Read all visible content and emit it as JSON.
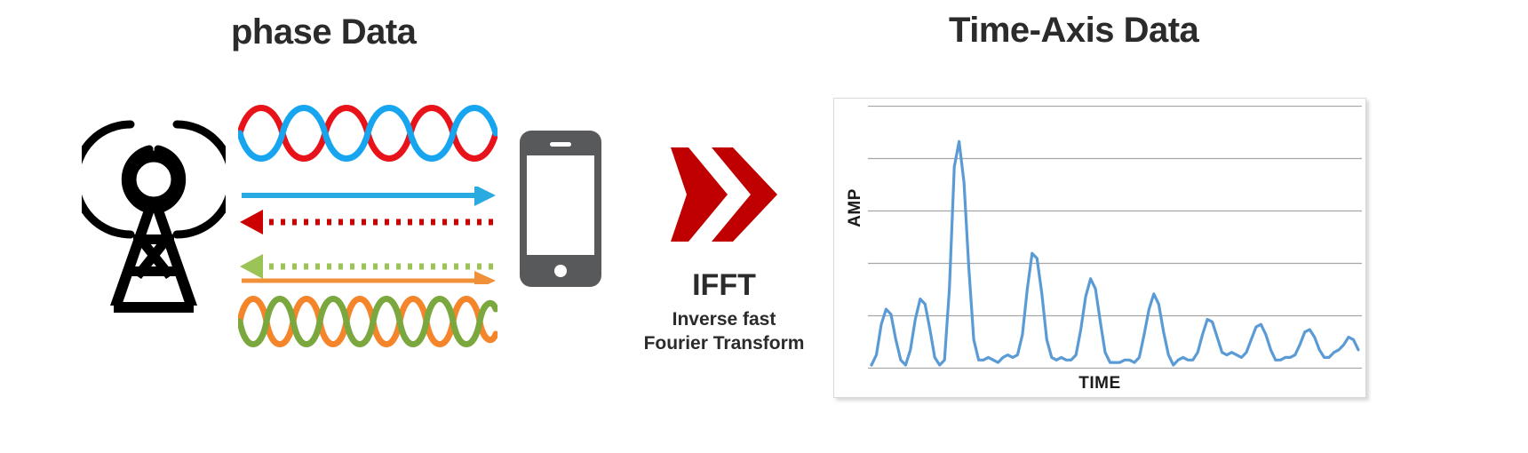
{
  "titles": {
    "left": "phase Data",
    "right": "Time-Axis Data"
  },
  "icons": {
    "tower": "broadcast-tower-icon",
    "phone": "smartphone-icon",
    "chevrons": "double-chevron-right-icon"
  },
  "signals": {
    "top_waves": {
      "wave_a_color": "#e8131a",
      "wave_b_color": "#17a5f0",
      "cycles": 5,
      "phase_offset_deg": 180
    },
    "bottom_waves": {
      "wave_a_color": "#f4852b",
      "wave_b_color": "#7aa83f",
      "cycles": 8,
      "phase_offset_deg": 180
    },
    "arrows": [
      {
        "name": "blue-solid-arrow-right",
        "color": "#29abe2",
        "style": "solid",
        "direction": "right"
      },
      {
        "name": "red-dotted-arrow-left",
        "color": "#cc0000",
        "style": "dotted",
        "direction": "left"
      },
      {
        "name": "green-dotted-arrow-left",
        "color": "#9cc355",
        "style": "dotted",
        "direction": "left"
      },
      {
        "name": "orange-solid-arrow-right",
        "color": "#f0913a",
        "style": "solid",
        "direction": "right"
      }
    ]
  },
  "ifft": {
    "abbrev": "IFFT",
    "caption_line1": "Inverse fast",
    "caption_line2": "Fourier Transform",
    "chevron_color": "#c00000"
  },
  "chart_data": {
    "type": "line",
    "title": "Time-Axis Data",
    "xlabel": "TIME",
    "ylabel": "AMP",
    "series_color": "#5b9bd5",
    "grid": true,
    "gridlines": 6,
    "legend": "none",
    "xlim": [
      0,
      200
    ],
    "ylim": [
      0,
      1
    ],
    "x": [
      0,
      2,
      4,
      6,
      8,
      10,
      12,
      14,
      16,
      18,
      20,
      22,
      24,
      26,
      28,
      30,
      32,
      34,
      36,
      38,
      40,
      42,
      44,
      46,
      48,
      50,
      52,
      54,
      56,
      58,
      60,
      62,
      64,
      66,
      68,
      70,
      72,
      74,
      76,
      78,
      80,
      82,
      84,
      86,
      88,
      90,
      92,
      94,
      96,
      98,
      100,
      102,
      104,
      106,
      108,
      110,
      112,
      114,
      116,
      118,
      120,
      122,
      124,
      126,
      128,
      130,
      132,
      134,
      136,
      138,
      140,
      142,
      144,
      146,
      148,
      150,
      152,
      154,
      156,
      158,
      160,
      162,
      164,
      166,
      168,
      170,
      172,
      174,
      176,
      178,
      180,
      182,
      184,
      186,
      188,
      190,
      192,
      194,
      196,
      198,
      200
    ],
    "values": [
      0.0,
      0.04,
      0.16,
      0.22,
      0.2,
      0.1,
      0.02,
      0.0,
      0.06,
      0.18,
      0.26,
      0.24,
      0.14,
      0.03,
      0.0,
      0.02,
      0.3,
      0.78,
      0.88,
      0.72,
      0.38,
      0.1,
      0.02,
      0.02,
      0.03,
      0.02,
      0.01,
      0.03,
      0.04,
      0.03,
      0.04,
      0.12,
      0.3,
      0.44,
      0.42,
      0.28,
      0.1,
      0.03,
      0.02,
      0.03,
      0.02,
      0.02,
      0.04,
      0.14,
      0.27,
      0.34,
      0.3,
      0.17,
      0.05,
      0.01,
      0.01,
      0.01,
      0.02,
      0.02,
      0.01,
      0.03,
      0.12,
      0.22,
      0.28,
      0.24,
      0.13,
      0.04,
      0.0,
      0.02,
      0.03,
      0.02,
      0.02,
      0.05,
      0.12,
      0.18,
      0.17,
      0.11,
      0.05,
      0.04,
      0.05,
      0.04,
      0.03,
      0.05,
      0.1,
      0.15,
      0.16,
      0.12,
      0.06,
      0.02,
      0.02,
      0.03,
      0.03,
      0.04,
      0.08,
      0.13,
      0.14,
      0.11,
      0.06,
      0.03,
      0.03,
      0.05,
      0.06,
      0.08,
      0.11,
      0.1,
      0.06
    ]
  }
}
